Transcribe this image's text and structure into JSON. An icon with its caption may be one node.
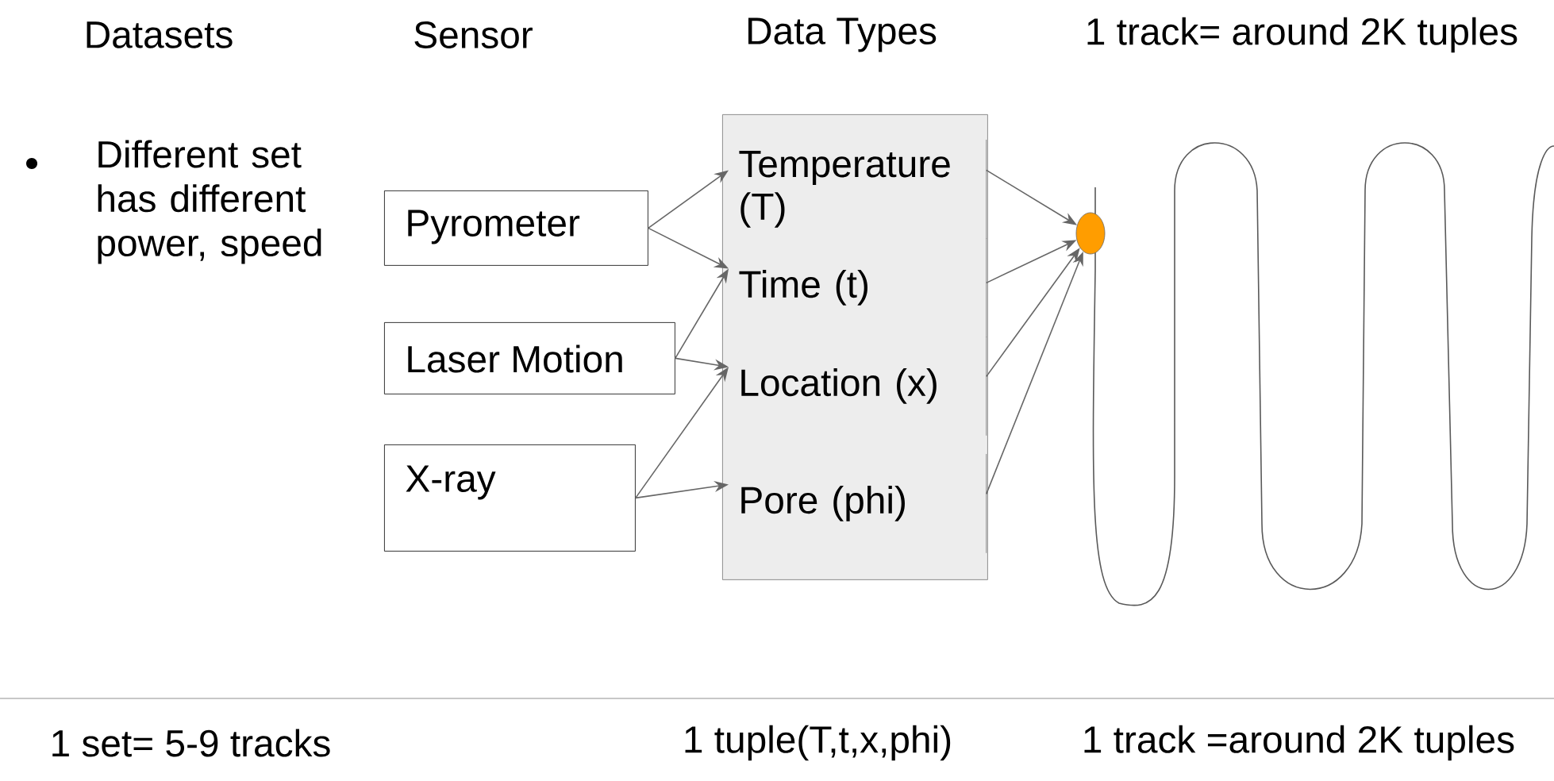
{
  "diagram": {
    "nodes": [
      {
        "text": [
          "Pyrometer"
        ]
      },
      {
        "text": [
          "Laser Motion"
        ]
      },
      {
        "text": [
          "X-ray"
        ]
      },
      {
        "text": [],
        "shape": "box"
      },
      {
        "text": [
          "Temperature (T)"
        ],
        "in": 3
      },
      {
        "text": [
          "Time (t)"
        ],
        "in": 3
      },
      {
        "text": [
          "Location (x)"
        ],
        "in": 3
      },
      {
        "text": [
          "Pore (phi)"
        ],
        "in": 3
      },
      {
        "text": [],
        "shape": "circle"
      }
    ],
    "edges": [
      {
        "from": 0,
        "to": 4,
        "arrow": "to"
      },
      {
        "from": 0,
        "to": 5,
        "arrow": "to"
      },
      {
        "from": 1,
        "to": 5,
        "arrow": "to"
      },
      {
        "from": 1,
        "to": 6,
        "arrow": "to"
      },
      {
        "from": 2,
        "to": 6,
        "arrow": "to"
      },
      {
        "from": 2,
        "to": 7,
        "arrow": "to"
      },
      {
        "from": 4,
        "to": 8,
        "arrow": "to"
      },
      {
        "from": 5,
        "to": 8,
        "arrow": "to"
      },
      {
        "from": 6,
        "to": 8,
        "arrow": "to"
      },
      {
        "from": 7,
        "to": 8,
        "arrow": "to"
      }
    ],
    "labels": [
      "Datasets",
      "Sensor",
      "Data Types",
      "1 track= around 2K tuples",
      "Different set has different power, speed",
      "1 set= 5-9 tracks",
      "1 tuple(T,t,x,phi)",
      "1 track =around 2K tuples"
    ]
  }
}
